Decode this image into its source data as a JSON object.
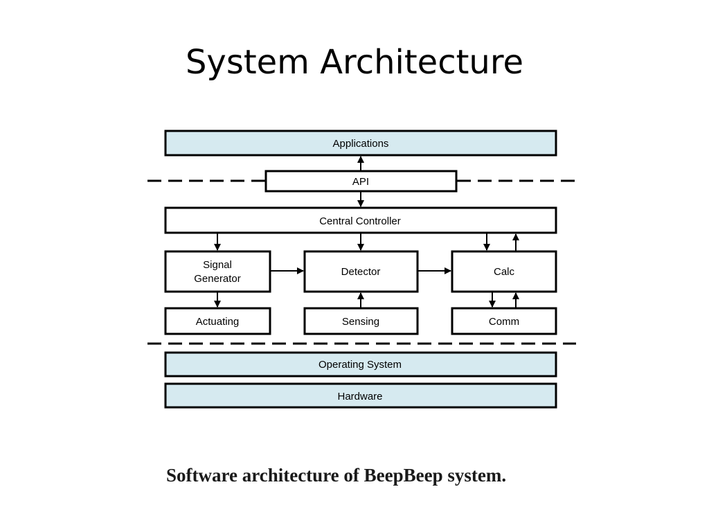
{
  "slide": {
    "title": "System Architecture",
    "caption": "Software architecture of BeepBeep system."
  },
  "diagram": {
    "layers": {
      "applications": "Applications",
      "api": "API",
      "central_controller": "Central Controller",
      "operating_system": "Operating System",
      "hardware": "Hardware"
    },
    "modules": {
      "signal_generator_line1": "Signal",
      "signal_generator_line2": "Generator",
      "detector": "Detector",
      "calc": "Calc",
      "actuating": "Actuating",
      "sensing": "Sensing",
      "comm": "Comm"
    },
    "colors": {
      "layer_fill": "#d6eaf0",
      "box_fill": "#ffffff",
      "stroke": "#000000"
    }
  }
}
